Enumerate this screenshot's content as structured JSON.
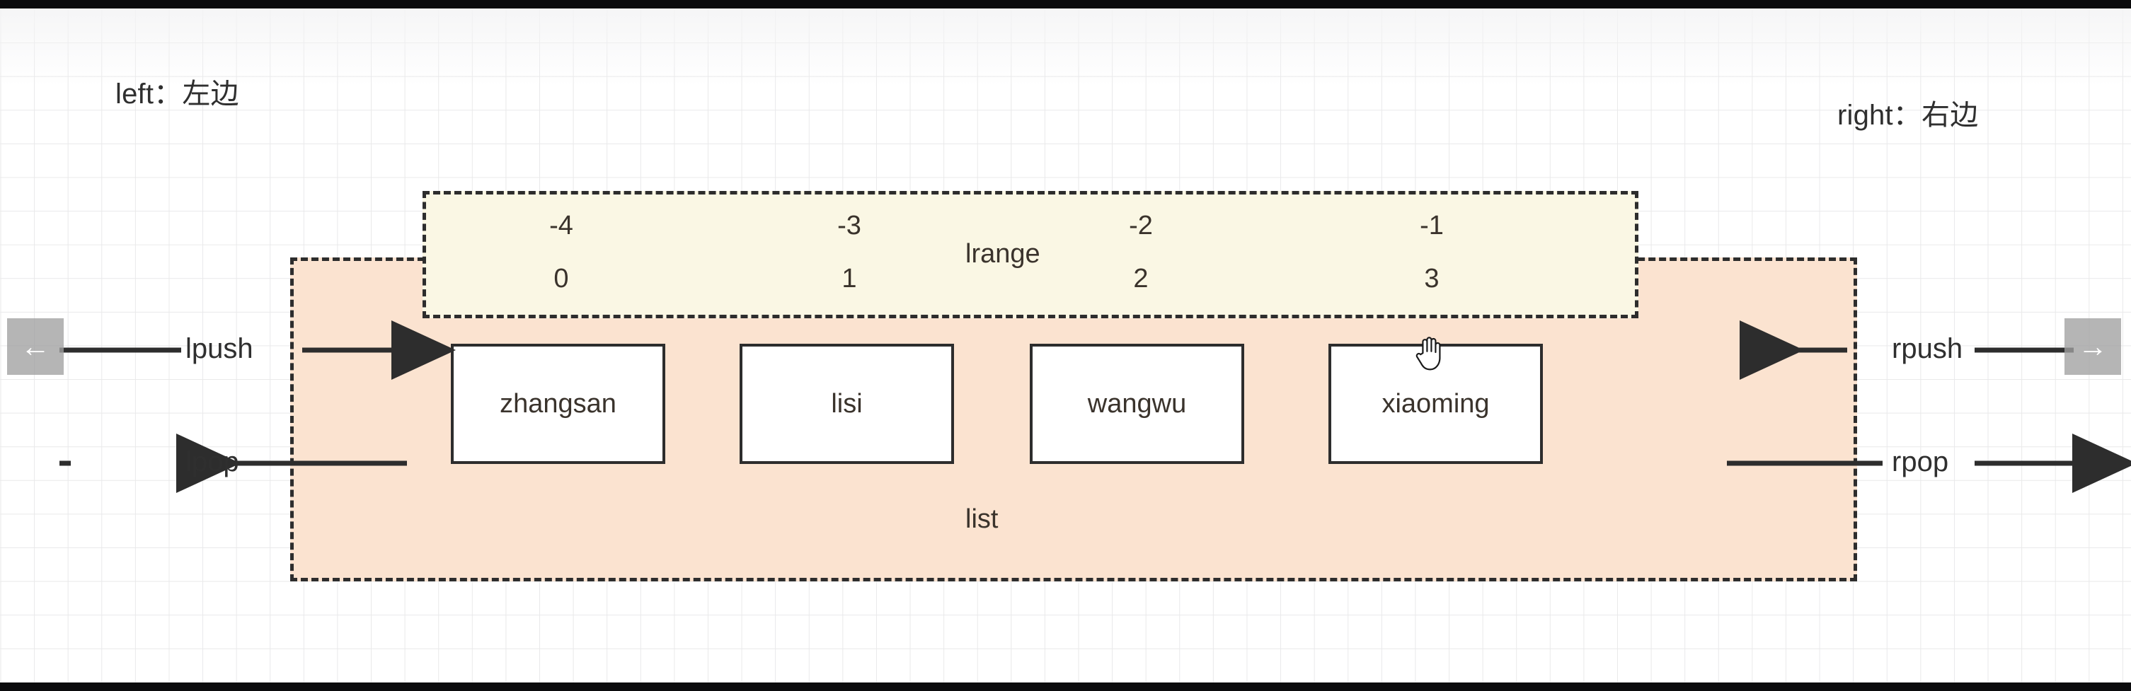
{
  "diagram": {
    "title_labels": {
      "left": "left：左边",
      "right": "right：右边"
    },
    "list_container": {
      "caption": "list",
      "fill_color": "#fbe3d0",
      "border_style": "dashed",
      "border_color": "#2d2d2d"
    },
    "lrange_container": {
      "caption": "lrange",
      "fill_color": "#faf7e4",
      "border_style": "dashed",
      "border_color": "#2d2d2d"
    },
    "items": [
      {
        "label": "zhangsan",
        "negative_index": "-4",
        "positive_index": "0"
      },
      {
        "label": "lisi",
        "negative_index": "-3",
        "positive_index": "1"
      },
      {
        "label": "wangwu",
        "negative_index": "-2",
        "positive_index": "2"
      },
      {
        "label": "xiaoming",
        "negative_index": "-1",
        "positive_index": "3"
      }
    ],
    "operations": {
      "lpush": "lpush",
      "lpop": "lpop",
      "rpush": "rpush",
      "rpop": "rpop"
    },
    "nav": {
      "prev": "←",
      "next": "→"
    },
    "colors": {
      "list_fill": "#fbe3d0",
      "lrange_fill": "#faf7e4",
      "stroke": "#2d2d2d",
      "text": "#3a332c",
      "grid": "#e9e9ea"
    }
  }
}
